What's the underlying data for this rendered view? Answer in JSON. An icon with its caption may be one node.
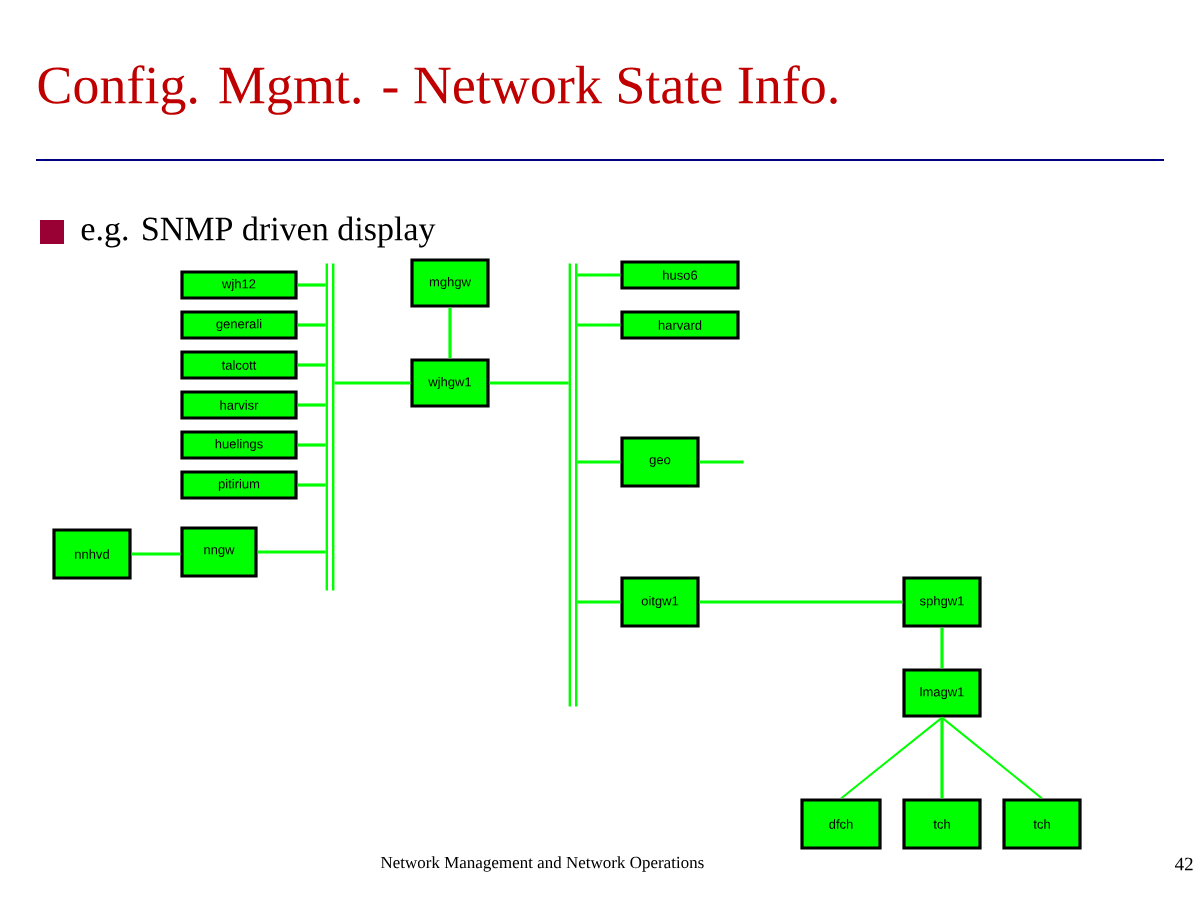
{
  "diagram": {
    "title": "Config. Mgmt. - Network State Info.",
    "nodes": [
      {
        "text": [
          "wjh12"
        ]
      },
      {
        "text": [
          "generali"
        ]
      },
      {
        "text": [
          "talcott"
        ]
      },
      {
        "text": [
          "harvisr"
        ]
      },
      {
        "text": [
          "huelings"
        ]
      },
      {
        "text": [
          "pitirium"
        ]
      },
      {
        "text": [
          "nnhvd"
        ]
      },
      {
        "text": [
          "nngw"
        ]
      },
      {
        "text": [],
        "shape": "bar"
      },
      {
        "text": [
          "mghgw"
        ]
      },
      {
        "text": [
          "wjhgw1"
        ]
      },
      {
        "text": [],
        "shape": "bar"
      },
      {
        "text": [
          "huso6"
        ]
      },
      {
        "text": [
          "harvard"
        ]
      },
      {
        "text": [
          "geo"
        ]
      },
      {
        "text": [
          "oitgw1"
        ]
      },
      {
        "text": [
          "sphgw1"
        ]
      },
      {
        "text": [
          "lmagw1"
        ]
      },
      {
        "text": [
          "dfch"
        ]
      },
      {
        "text": [
          "tch"
        ]
      },
      {
        "text": [
          "tch"
        ]
      }
    ],
    "edges": [
      {
        "from": 0,
        "to": 8,
        "arrow": "none"
      },
      {
        "from": 1,
        "to": 8,
        "arrow": "none"
      },
      {
        "from": 2,
        "to": 8,
        "arrow": "none"
      },
      {
        "from": 3,
        "to": 8,
        "arrow": "none"
      },
      {
        "from": 4,
        "to": 8,
        "arrow": "none"
      },
      {
        "from": 5,
        "to": 8,
        "arrow": "none"
      },
      {
        "from": 6,
        "to": 7,
        "arrow": "none"
      },
      {
        "from": 7,
        "to": 8,
        "arrow": "none"
      },
      {
        "from": 8,
        "to": 10,
        "arrow": "none"
      },
      {
        "from": 9,
        "to": 10,
        "arrow": "none"
      },
      {
        "from": 10,
        "to": 11,
        "arrow": "none"
      },
      {
        "from": 11,
        "to": 12,
        "arrow": "none"
      },
      {
        "from": 11,
        "to": 13,
        "arrow": "none"
      },
      {
        "from": 11,
        "to": 14,
        "arrow": "none"
      },
      {
        "from": 11,
        "to": 15,
        "arrow": "none"
      },
      {
        "from": 14,
        "to": null,
        "arrow": "none"
      },
      {
        "from": 15,
        "to": 16,
        "arrow": "none"
      },
      {
        "from": 16,
        "to": 17,
        "arrow": "none"
      },
      {
        "from": 17,
        "to": 18,
        "arrow": "none"
      },
      {
        "from": 17,
        "to": 19,
        "arrow": "none"
      },
      {
        "from": 17,
        "to": 20,
        "arrow": "none"
      }
    ],
    "labels": [
      "e.g. SNMP driven display",
      "Network Management and Network Operations",
      "42"
    ]
  }
}
